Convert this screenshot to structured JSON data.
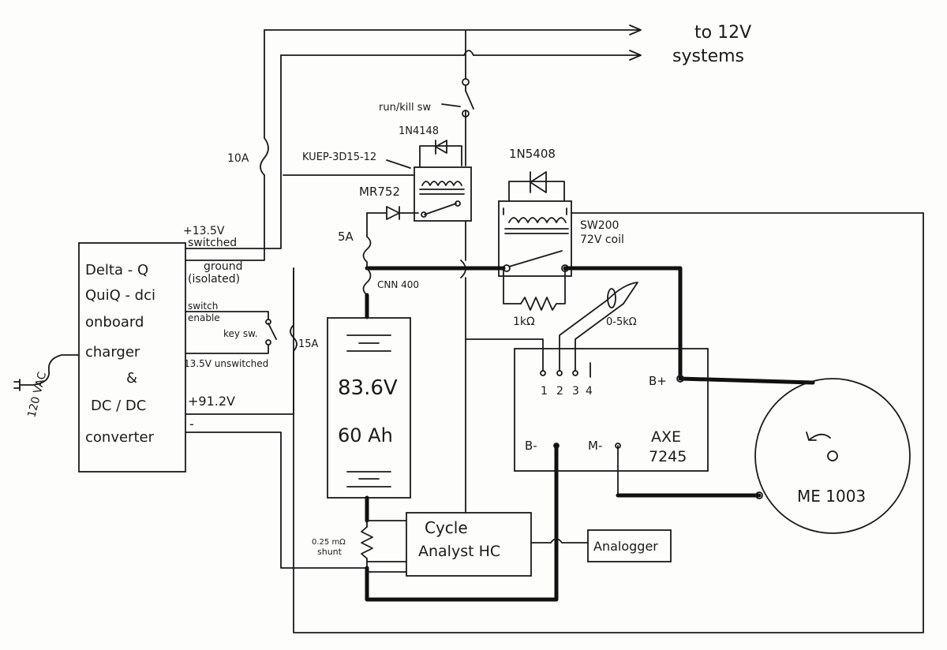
{
  "labels": {
    "to_12v_line1": "to 12V",
    "to_12v_line2": "systems",
    "run_kill": "run/kill sw",
    "d_1n4148": "1N4148",
    "kuep": "KUEP-3D15-12",
    "d_1n5408": "1N5408",
    "mr752": "MR752",
    "sw200_line1": "SW200",
    "sw200_line2": "72V coil",
    "fuse_10a": "10A",
    "fuse_5a": "5A",
    "fuse_15a": "15A",
    "cnn400": "CNN 400",
    "res_1k": "1kΩ",
    "pot": "0-5kΩ",
    "v135_sw_1": "+13.5V",
    "v135_sw_2": "switched",
    "ground_1": "ground",
    "ground_2": "(isolated)",
    "sw_enable_1": "switch",
    "sw_enable_2": "enable",
    "key_sw": "key sw.",
    "v135_unsw": "13.5V unswitched",
    "v912": "+91.2V",
    "minus": "-",
    "ac120": "120 VAC",
    "shunt_1": "0.25 mΩ",
    "shunt_2": "shunt",
    "analogger": "Analogger",
    "ca_1": "Cycle",
    "ca_2": "Analyst HC",
    "ctrl_1": "AXE",
    "ctrl_2": "7245",
    "t1": "1",
    "t2": "2",
    "t3": "3",
    "t4": "4",
    "bplus": "B+",
    "bminus": "B-",
    "mminus": "M-",
    "motor": "ME 1003",
    "charger": [
      "Delta - Q",
      "QuiQ - dci",
      "onboard",
      "charger",
      "&",
      "DC / DC",
      "converter"
    ],
    "battery_v": "83.6V",
    "battery_ah": "60 Ah"
  }
}
